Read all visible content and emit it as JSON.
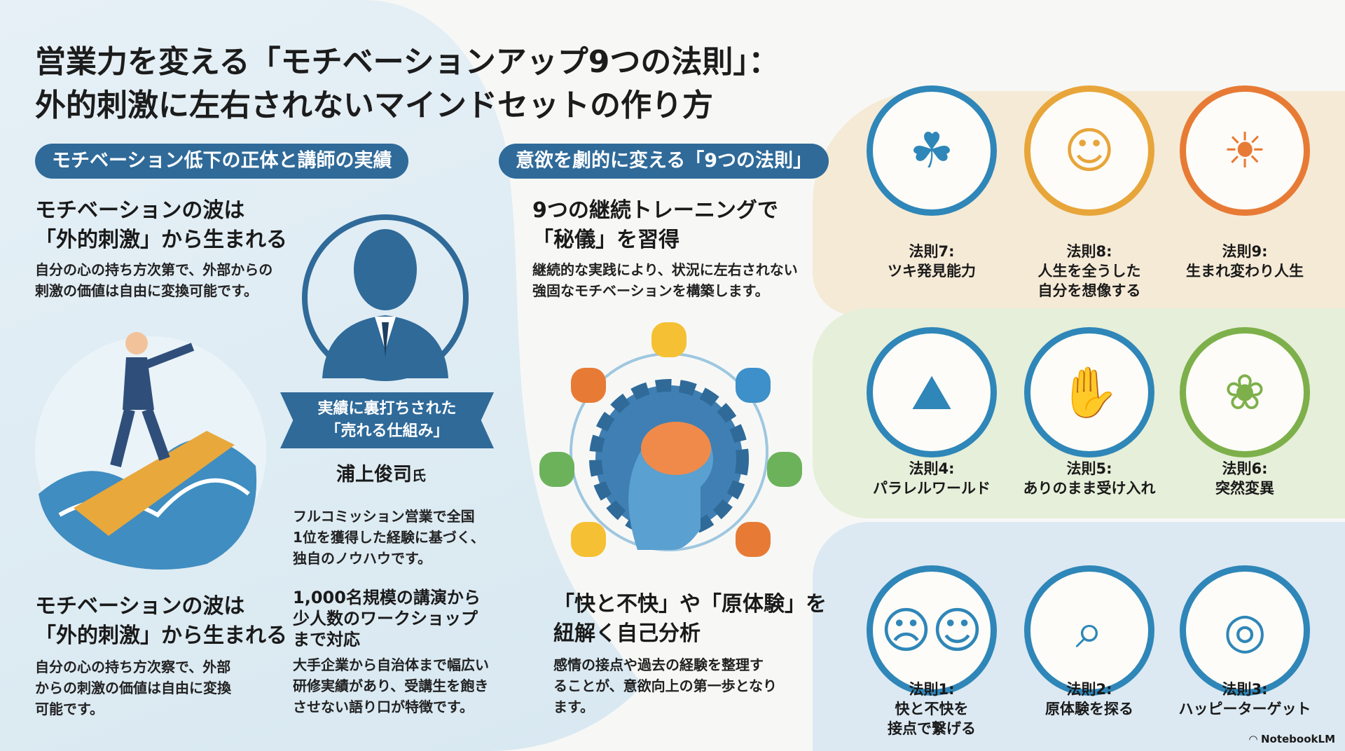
{
  "title": {
    "line1": "営業力を変える「モチベーションアップ9つの法則」：",
    "line2": "外的刺激に左右されないマインドセットの作り方"
  },
  "left": {
    "pill": "モチベーション低下の正体と講師の実績",
    "block1": {
      "heading1": "モチベーションの波は",
      "heading2": "「外的刺激」から生まれる",
      "body1": "自分の心の持ち方次第で、外部からの",
      "body2": "剌激の価値は自由に変換可能です。"
    },
    "block2": {
      "heading1": "モチベーションの波は",
      "heading2": "「外的刺激」から生まれる",
      "body1": "自分の心の持ち方次察で、外部",
      "body2": "からの刺激の価値は自由に変換",
      "body3": "可能です。"
    },
    "ribbon1": "実績に裏打ちされた",
    "ribbon2": "「売れる仕組み」",
    "name": "浦上俊司",
    "name_suffix": "氏",
    "bio1": [
      "フルコミッション営業で全国",
      "1位を獲得した経験に基づく、",
      "独自のノウハウです。"
    ],
    "bio2_heading": [
      "1,000名規模の講演から",
      "少人数のワークショップ",
      "まで対応"
    ],
    "bio2_body": [
      "大手企業から自治体まで幅広い",
      "研修実績があり、受講生を飽き",
      "させない語り口が特徴です。"
    ]
  },
  "middle": {
    "pill": "意欲を劇的に変える「9つの法則」",
    "top": {
      "heading1": "9つの継続トレーニングで",
      "heading2": "「秘儀」を習得",
      "body1": "継続的な実践により、状況に左右されない",
      "body2": "強固なモチベーションを構築します。"
    },
    "bottom": {
      "heading1": "「快と不快」や「原体験」を",
      "heading2": "紐解く自己分析",
      "body1": "感情の接点や過去の経験を整理す",
      "body2": "ることが、意欲向上の第一歩となり",
      "body3": "ます。"
    }
  },
  "laws": [
    {
      "num": "法則7:",
      "lines": [
        "ツキ発見能力"
      ],
      "icon": "clover-icon",
      "color": "#2f86b8"
    },
    {
      "num": "法則8:",
      "lines": [
        "人生を全うした",
        "自分を想像する"
      ],
      "icon": "elder-icon",
      "color": "#e8a53a"
    },
    {
      "num": "法則9:",
      "lines": [
        "生まれ変わり人生"
      ],
      "icon": "rebirth-icon",
      "color": "#e77b35"
    },
    {
      "num": "法則4:",
      "lines": [
        "パラレルワールド"
      ],
      "icon": "road-icon",
      "color": "#2f86b8"
    },
    {
      "num": "法則5:",
      "lines": [
        "ありのまま受け入れ"
      ],
      "icon": "hand-icon",
      "color": "#2f86b8"
    },
    {
      "num": "法則6:",
      "lines": [
        "突然変異"
      ],
      "icon": "butterfly-icon",
      "color": "#7db04a"
    },
    {
      "num": "法則1:",
      "lines": [
        "快と不快を",
        "接点で繋げる"
      ],
      "icon": "emotion-icon",
      "color": "#2f86b8"
    },
    {
      "num": "法則2:",
      "lines": [
        "原体験を探る"
      ],
      "icon": "magnifier-icon",
      "color": "#2f86b8"
    },
    {
      "num": "法則3:",
      "lines": [
        "ハッピーターゲット"
      ],
      "icon": "target-icon",
      "color": "#2f86b8"
    }
  ],
  "brand": "NotebookLM"
}
